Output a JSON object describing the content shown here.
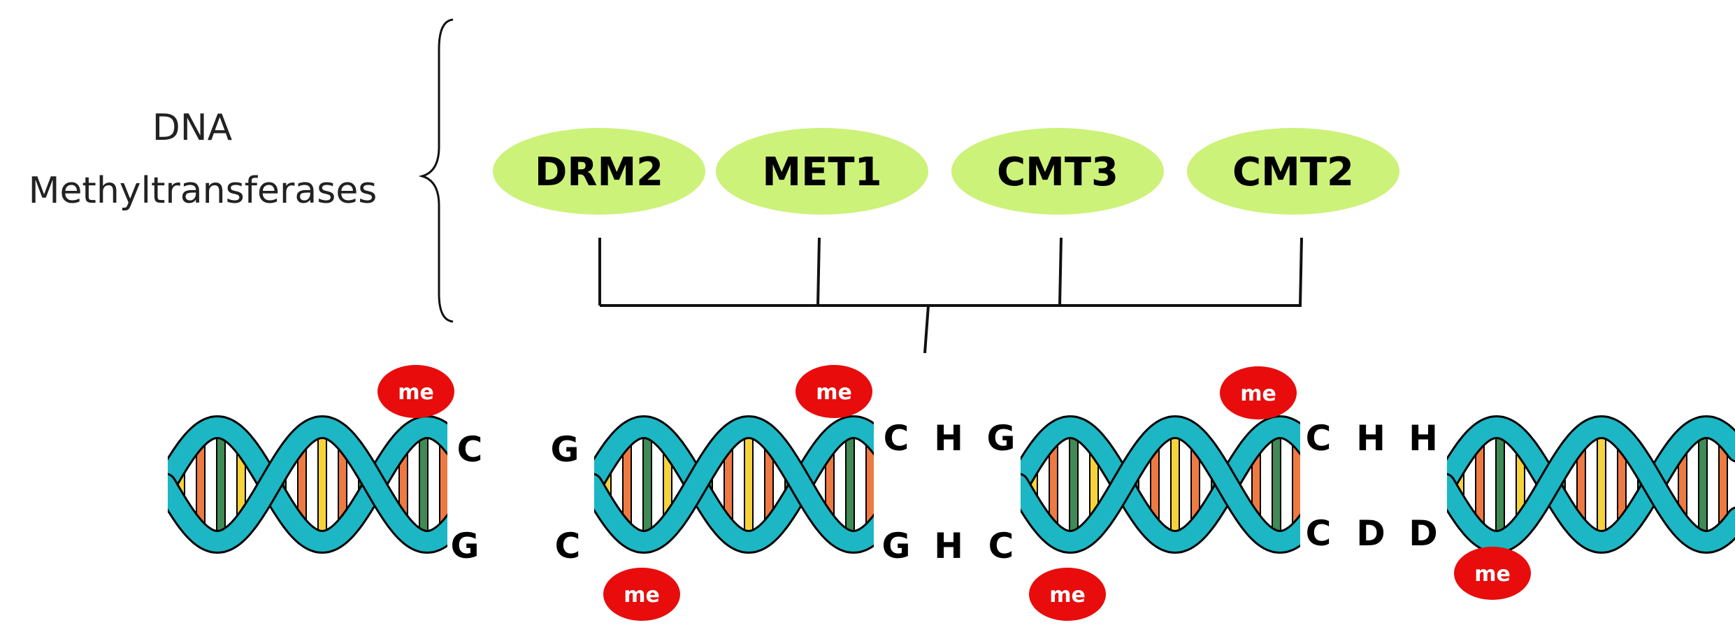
{
  "title": {
    "line1": "DNA",
    "line2": "Methyltransferases"
  },
  "enzymes": [
    "DRM2",
    "MET1",
    "CMT3",
    "CMT2"
  ],
  "contexts": [
    {
      "top": [
        "C",
        "G"
      ],
      "bottom": [
        "G",
        "C"
      ]
    },
    {
      "top": [
        "C",
        "H",
        "G"
      ],
      "bottom": [
        "G",
        "H",
        "C"
      ]
    },
    {
      "top": [
        "C",
        "H",
        "H"
      ],
      "bottom": [
        "C",
        "D",
        "D"
      ]
    }
  ],
  "methyl_tag": "me",
  "colors": {
    "enzyme_fill": "#ccf27a",
    "helix_teal": "#1db6c4",
    "helix_outline": "#000000",
    "base_yellow": "#f6d33b",
    "base_orange": "#ee7a43",
    "base_green": "#3f8a55",
    "methyl_red": "#e80c0c"
  }
}
